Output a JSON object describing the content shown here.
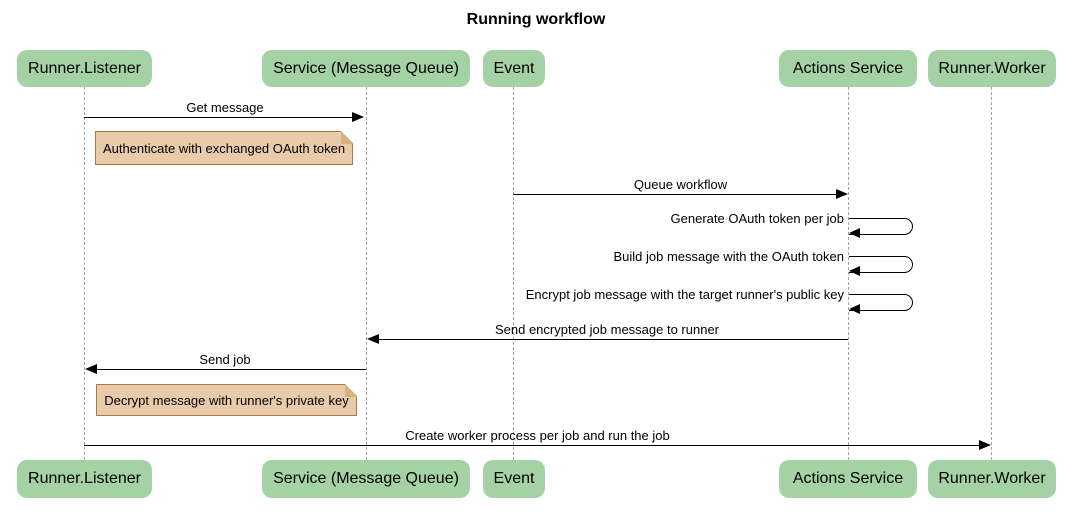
{
  "title": "Running workflow",
  "participants": [
    {
      "id": "runner-listener",
      "label": "Runner.Listener"
    },
    {
      "id": "service-message-queue",
      "label": "Service (Message Queue)"
    },
    {
      "id": "event",
      "label": "Event"
    },
    {
      "id": "actions-service",
      "label": "Actions Service"
    },
    {
      "id": "runner-worker",
      "label": "Runner.Worker"
    }
  ],
  "messages": [
    {
      "label": "Get message",
      "from": "Runner.Listener",
      "to": "Service (Message Queue)",
      "type": "solid-arrow"
    },
    {
      "label": "Queue workflow",
      "from": "Event",
      "to": "Actions Service",
      "type": "solid-arrow"
    },
    {
      "label": "Generate OAuth token per job",
      "from": "Actions Service",
      "to": "Actions Service",
      "type": "self"
    },
    {
      "label": "Build job message with the OAuth token",
      "from": "Actions Service",
      "to": "Actions Service",
      "type": "self"
    },
    {
      "label": "Encrypt job message with the target runner's public key",
      "from": "Actions Service",
      "to": "Actions Service",
      "type": "self"
    },
    {
      "label": "Send encrypted job message to runner",
      "from": "Actions Service",
      "to": "Service (Message Queue)",
      "type": "solid-arrow"
    },
    {
      "label": "Send job",
      "from": "Service (Message Queue)",
      "to": "Runner.Listener",
      "type": "solid-arrow"
    },
    {
      "label": "Create worker process per job and run the job",
      "from": "Runner.Listener",
      "to": "Runner.Worker",
      "type": "solid-arrow"
    }
  ],
  "notes": [
    {
      "label": "Authenticate with exchanged OAuth token",
      "position": "right of Runner.Listener"
    },
    {
      "label": "Decrypt message with runner's private key",
      "position": "right of Runner.Listener"
    }
  ],
  "colors": {
    "background": "#ffffff",
    "participant_fill": "#a5d2a5",
    "note_fill": "#e9cbaa",
    "note_border": "#a57d4c",
    "note_fold": "#d7b184",
    "message_line": "#000000",
    "lifeline": "#a3a3a3",
    "text": "#000000"
  }
}
